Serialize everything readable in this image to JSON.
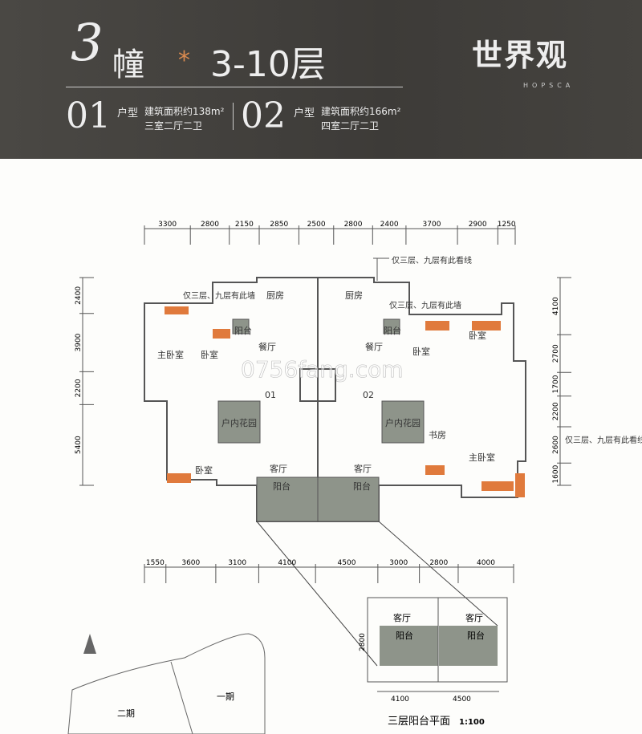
{
  "header": {
    "building_number": "3",
    "building_word": "幢",
    "separator": "*",
    "floors": "3-10层",
    "units": [
      {
        "number": "01",
        "label": "户型",
        "area": "建筑面积约138m²",
        "layout": "三室二厅二卫"
      },
      {
        "number": "02",
        "label": "户型",
        "area": "建筑面积约166m²",
        "layout": "四室二厅二卫"
      }
    ],
    "logo": "世界观",
    "logo_sub": "HOPSCA"
  },
  "colors": {
    "header_bg": "#45433f",
    "accent": "#d98a4f",
    "window_orange": "#e07a3c",
    "garden_gray": "#8e948a",
    "wall": "#555555"
  },
  "plan": {
    "top_dims": [
      "3300",
      "2800",
      "2150",
      "2850",
      "2500",
      "2800",
      "2400",
      "3700",
      "2900",
      "1250"
    ],
    "bottom_dims": [
      "1550",
      "3600",
      "3100",
      "4100",
      "4500",
      "3000",
      "2800",
      "4000"
    ],
    "left_dims": [
      "2400",
      "3900",
      "2200",
      "5400"
    ],
    "right_dims": [
      "4100",
      "2700",
      "1700",
      "2200",
      "2600",
      "1600"
    ],
    "notes": [
      "仅三层、九层有此墙",
      "仅三层、九层有此看线",
      "仅三层、九层有此墙",
      "仅三层、九层有此看线"
    ],
    "rooms": {
      "kitchen_l": "厨房",
      "kitchen_r": "厨房",
      "balcony_small_l": "阳台",
      "balcony_small_r": "阳台",
      "dining_l": "餐厅",
      "dining_r": "餐厅",
      "master_l": "主卧室",
      "bedroom_l1": "卧室",
      "bedroom_l2": "卧室",
      "garden_l": "户内花园",
      "garden_r": "户内花园",
      "living_l": "客厅",
      "living_r": "客厅",
      "balcony_l": "阳台",
      "balcony_r": "阳台",
      "bedroom_r1": "卧室",
      "bedroom_r2": "卧室",
      "study_r": "书房",
      "master_r": "主卧室",
      "unit_tag_l": "01",
      "unit_tag_r": "02"
    }
  },
  "balcony_plan": {
    "rooms": [
      "客厅",
      "客厅",
      "阳台",
      "阳台"
    ],
    "dims_bottom": [
      "4100",
      "4500"
    ],
    "dim_left": "2800",
    "title": "三层阳台平面",
    "scale": "1:100"
  },
  "site_map": {
    "phase1": "一期",
    "phase2": "二期"
  },
  "watermark": "0756fang.com"
}
